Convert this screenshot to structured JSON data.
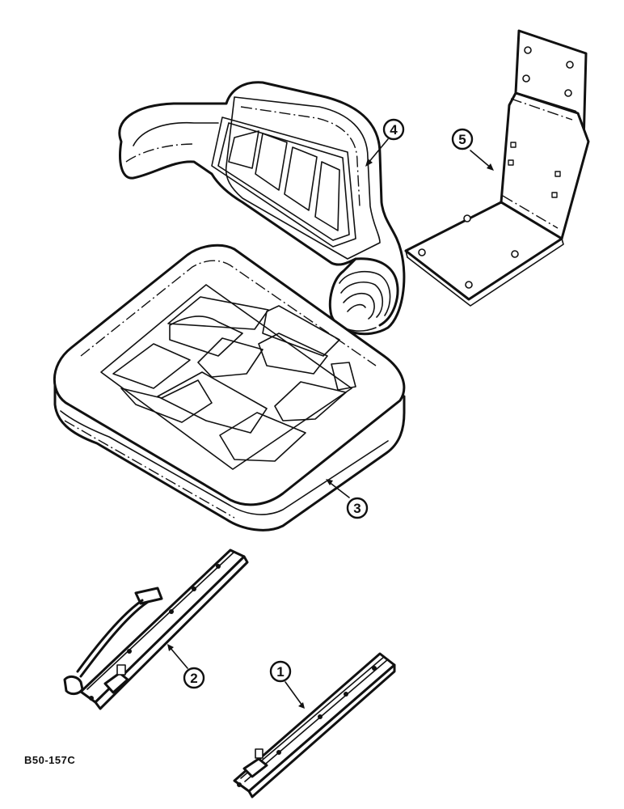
{
  "figure": {
    "code": "B50-157C"
  },
  "callouts": {
    "slide_rail_plain": "1",
    "slide_rail_with_lever": "2",
    "seat_cushion": "3",
    "seat_backrest": "4",
    "mounting_bracket": "5"
  },
  "colors": {
    "ink": "#111111",
    "paper": "#ffffff"
  }
}
